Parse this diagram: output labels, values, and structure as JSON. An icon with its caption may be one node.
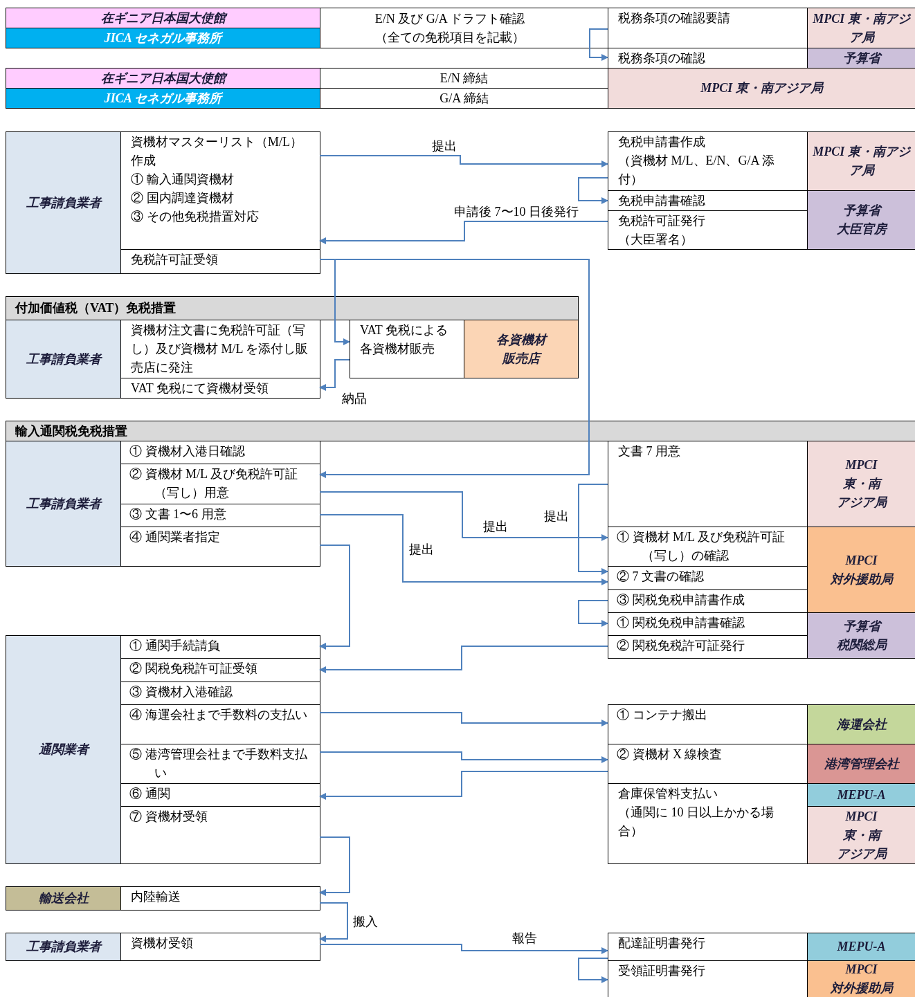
{
  "diagram": {
    "nodes": [
      {
        "text": [
          "在ギニア日本国大使館"
        ]
      },
      {
        "text": [
          "JICA セネガル事務所"
        ]
      },
      {
        "text": [
          "E/N 及び G/A ドラフト確認",
          "（全ての免税項目を記載）"
        ]
      },
      {
        "text": [
          "税務条項の確認要請"
        ]
      },
      {
        "text": [
          "MPCI 東・南アジア局"
        ]
      },
      {
        "text": [
          "税務条項の確認"
        ]
      },
      {
        "text": [
          "予算省"
        ]
      },
      {
        "text": [
          "在ギニア日本国大使館"
        ]
      },
      {
        "text": [
          "JICA セネガル事務所"
        ]
      },
      {
        "text": [
          "E/N 締結"
        ]
      },
      {
        "text": [
          "G/A 締結"
        ]
      },
      {
        "text": [
          "MPCI 東・南アジア局"
        ]
      },
      {
        "text": [
          "工事請負業者"
        ]
      },
      {
        "text": [
          "資機材マスターリスト（M/L）作成",
          "① 輸入通関資機材",
          "② 国内調達資機材",
          "③ その他免税措置対応"
        ]
      },
      {
        "text": [
          "免税許可証受領"
        ]
      },
      {
        "text": [
          "免税申請書作成",
          "（資機材 M/L、E/N、G/A 添付）"
        ]
      },
      {
        "text": [
          "MPCI 東・南アジア局"
        ]
      },
      {
        "text": [
          "免税申請書確認"
        ]
      },
      {
        "text": [
          "免税許可証発行",
          "（大臣署名）"
        ]
      },
      {
        "text": [
          "予算省",
          "大臣官房"
        ]
      },
      {
        "text": [
          "付加価値税（VAT）免税措置"
        ]
      },
      {
        "text": [
          "工事請負業者"
        ]
      },
      {
        "text": [
          "資機材注文書に免税許可証（写し）及び資機材 M/L を添付し販売店に発注"
        ]
      },
      {
        "text": [
          "VAT 免税にて資機材受領"
        ]
      },
      {
        "text": [
          "VAT 免税による各資機材販売"
        ]
      },
      {
        "text": [
          "各資機材",
          "販売店"
        ]
      },
      {
        "text": [
          "輸入通関税免税措置"
        ]
      },
      {
        "text": [
          "工事請負業者"
        ]
      },
      {
        "text": [
          "① 資機材入港日確認"
        ]
      },
      {
        "text": [
          "② 資機材 M/L 及び免税許可証（写し）用意"
        ]
      },
      {
        "text": [
          "③ 文書 1〜6 用意"
        ]
      },
      {
        "text": [
          "④ 通関業者指定"
        ]
      },
      {
        "text": [
          "文書 7 用意"
        ]
      },
      {
        "text": [
          "MPCI",
          "東・南",
          "アジア局"
        ]
      },
      {
        "text": [
          "① 資機材 M/L 及び免税許可証（写し）の確認"
        ]
      },
      {
        "text": [
          "② 7 文書の確認"
        ]
      },
      {
        "text": [
          "③ 関税免税申請書作成"
        ]
      },
      {
        "text": [
          "MPCI",
          "対外援助局"
        ]
      },
      {
        "text": [
          "① 関税免税申請書確認"
        ]
      },
      {
        "text": [
          "② 関税免税許可証発行"
        ]
      },
      {
        "text": [
          "予算省",
          "税関総局"
        ]
      },
      {
        "text": [
          "通関業者"
        ]
      },
      {
        "text": [
          "① 通関手続請負"
        ]
      },
      {
        "text": [
          "② 関税免税許可証受領"
        ]
      },
      {
        "text": [
          "③ 資機材入港確認"
        ]
      },
      {
        "text": [
          "④ 海運会社まで手数料の支払い"
        ]
      },
      {
        "text": [
          "⑤ 港湾管理会社まで手数料支払い"
        ]
      },
      {
        "text": [
          "⑥ 通関"
        ]
      },
      {
        "text": [
          "⑦ 資機材受領"
        ]
      },
      {
        "text": [
          "① コンテナ搬出"
        ]
      },
      {
        "text": [
          "海運会社"
        ]
      },
      {
        "text": [
          "② 資機材 X 線検査"
        ]
      },
      {
        "text": [
          "港湾管理会社"
        ]
      },
      {
        "text": [
          "倉庫保管料支払い",
          "（通関に 10 日以上かかる場合）"
        ]
      },
      {
        "text": [
          "MEPU-A"
        ]
      },
      {
        "text": [
          "MPCI",
          "東・南",
          "アジア局"
        ]
      },
      {
        "text": [
          "輸送会社"
        ]
      },
      {
        "text": [
          "内陸輸送"
        ]
      },
      {
        "text": [
          "工事請負業者"
        ]
      },
      {
        "text": [
          "資機材受領"
        ]
      },
      {
        "text": [
          "配達証明書発行"
        ]
      },
      {
        "text": [
          "MEPU-A"
        ]
      },
      {
        "text": [
          "受領証明書発行"
        ]
      },
      {
        "text": [
          "MPCI",
          "対外援助局"
        ]
      }
    ],
    "edges": [
      {
        "from": 3,
        "to": 5,
        "arrow": "to"
      },
      {
        "from": 13,
        "to": 15,
        "arrow": "to",
        "label": "提出"
      },
      {
        "from": 15,
        "to": 17,
        "arrow": "to"
      },
      {
        "from": 18,
        "to": 13,
        "arrow": "to",
        "label": "申請後 7〜10 日後発行"
      },
      {
        "from": 14,
        "to": 24,
        "arrow": "to"
      },
      {
        "from": 14,
        "to": 29,
        "arrow": "to"
      },
      {
        "from": 24,
        "to": 23,
        "arrow": "to",
        "label": "納品"
      },
      {
        "from": 29,
        "to": 34,
        "arrow": "to",
        "label": "提出"
      },
      {
        "from": 30,
        "to": 35,
        "arrow": "to",
        "label": "提出"
      },
      {
        "from": 32,
        "to": 35,
        "arrow": "to",
        "label": "提出"
      },
      {
        "from": 31,
        "to": 42,
        "arrow": "to"
      },
      {
        "from": 36,
        "to": 38,
        "arrow": "to"
      },
      {
        "from": 39,
        "to": 43,
        "arrow": "to"
      },
      {
        "from": 45,
        "to": 49,
        "arrow": "to"
      },
      {
        "from": 46,
        "to": 51,
        "arrow": "to"
      },
      {
        "from": 51,
        "to": 47,
        "arrow": "to"
      },
      {
        "from": 48,
        "to": 57,
        "arrow": "to"
      },
      {
        "from": 57,
        "to": 59,
        "arrow": "to",
        "label": "搬入"
      },
      {
        "from": 59,
        "to": 60,
        "arrow": "to",
        "label": "報告"
      },
      {
        "from": 60,
        "to": 62,
        "arrow": "to"
      }
    ]
  }
}
